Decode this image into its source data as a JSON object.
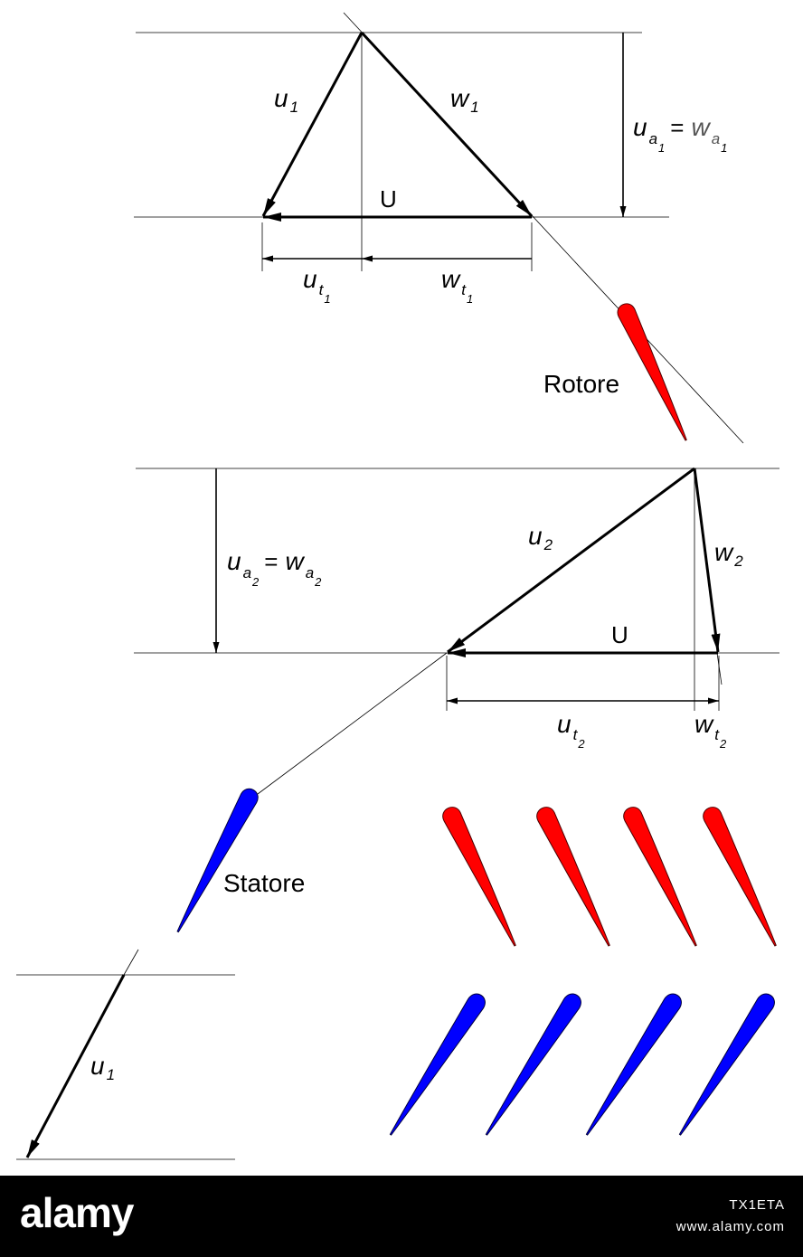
{
  "labels": {
    "u1_top": {
      "main": "u",
      "sub": "1"
    },
    "w1": {
      "main": "w",
      "sub": "1"
    },
    "U_top": "U",
    "ua1": {
      "main1": "u",
      "sub1": "a",
      "subsub1": "1",
      "eq": "=",
      "main2": "w",
      "sub2": "a",
      "subsub2": "1"
    },
    "ut1": {
      "main": "u",
      "sub": "t",
      "subsub": "1"
    },
    "wt1": {
      "main": "w",
      "sub": "t",
      "subsub": "1"
    },
    "rotore": "Rotore",
    "ua2": {
      "main1": "u",
      "sub1": "a",
      "subsub1": "2",
      "eq": "=",
      "main2": "w",
      "sub2": "a",
      "subsub2": "2"
    },
    "u2": {
      "main": "u",
      "sub": "2"
    },
    "w2": {
      "main": "w",
      "sub": "2"
    },
    "U_bottom": "U",
    "ut2": {
      "main": "u",
      "sub": "t",
      "subsub": "2"
    },
    "wt2": {
      "main": "w",
      "sub": "t",
      "subsub": "2"
    },
    "statore": "Statore",
    "u1_bottom": {
      "main": "u",
      "sub": "1"
    }
  },
  "colors": {
    "rotor_blade": "#ff0000",
    "stator_blade": "#0000ff",
    "footer_bg": "#000000"
  },
  "footer": {
    "brand": "alamy",
    "image_id": "TX1ETA",
    "site": "www.alamy.com"
  }
}
